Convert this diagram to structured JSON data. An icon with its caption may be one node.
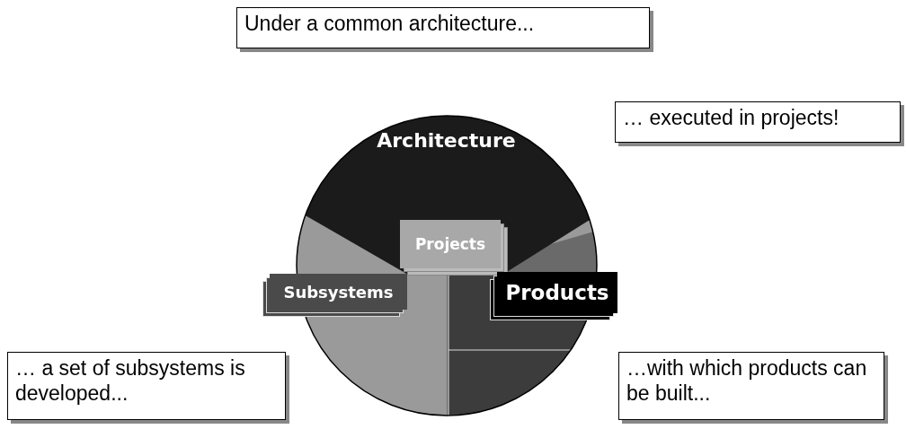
{
  "diagram": {
    "nodes": [
      {
        "text": [
          "Under a common architecture..."
        ]
      },
      {
        "text": [
          "… executed in projects!"
        ]
      },
      {
        "text": [],
        "shape": "circle"
      },
      {
        "text": [
          "Architecture"
        ],
        "in": 2
      },
      {
        "text": [
          "Projects"
        ],
        "in": 2
      },
      {
        "text": [
          "Subsystems"
        ]
      },
      {
        "text": [
          "Products"
        ]
      },
      {
        "text": [
          "… a set of subsystems is developed..."
        ]
      },
      {
        "text": [
          "…with which products can be built..."
        ]
      }
    ]
  }
}
